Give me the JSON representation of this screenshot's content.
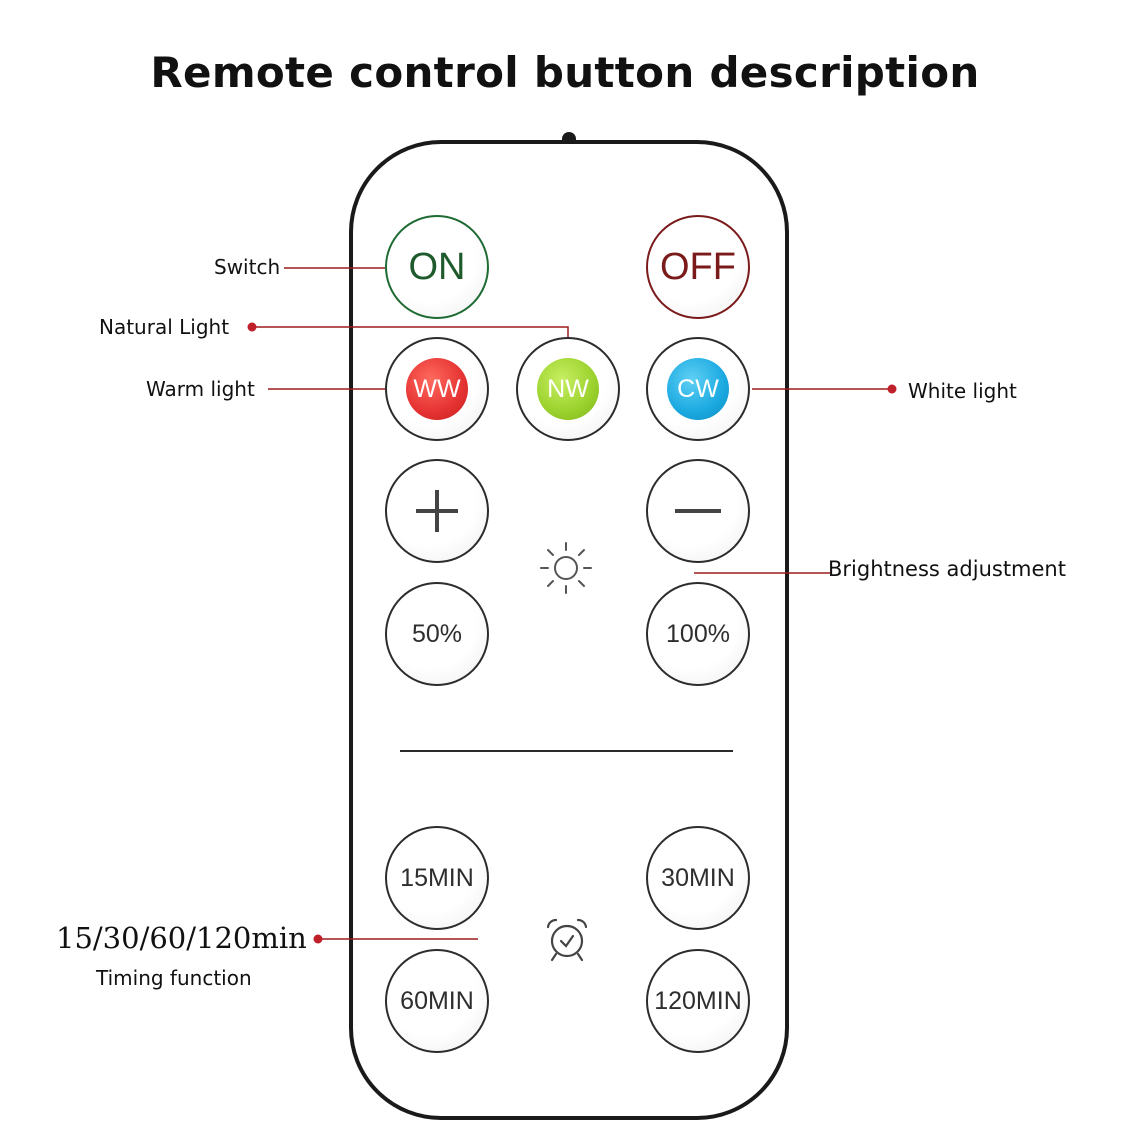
{
  "title": "Remote control button description",
  "colors": {
    "leader": "#9b1b1b",
    "on": "#1f6b34",
    "off": "#7a1a1a",
    "ww": "#e53232",
    "nw": "#9ad12c",
    "cw": "#1aa9e0"
  },
  "buttons": {
    "on": "ON",
    "off": "OFF",
    "ww": "WW",
    "nw": "NW",
    "cw": "CW",
    "plus_icon": "plus-icon",
    "minus_icon": "minus-icon",
    "p50": "50%",
    "p100": "100%",
    "m15": "15MIN",
    "m30": "30MIN",
    "m60": "60MIN",
    "m120": "120MIN"
  },
  "icons": {
    "brightness": "sun-icon",
    "timer": "alarm-clock-icon"
  },
  "labels": {
    "switch": "Switch",
    "natural": "Natural Light",
    "warm": "Warm light",
    "white": "White light",
    "brightness": "Brightness adjustment",
    "timing_values": "15/30/60/120min",
    "timing": "Timing function"
  }
}
